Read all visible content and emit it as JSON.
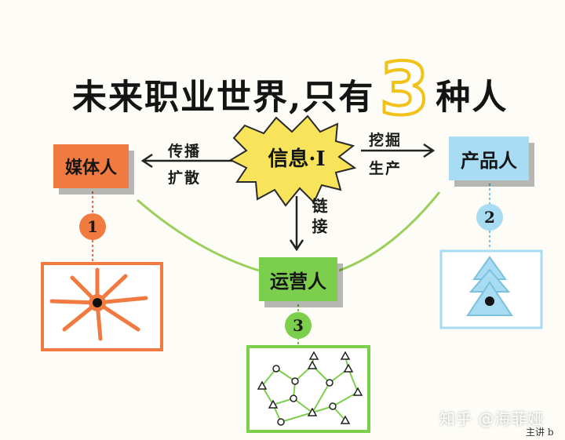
{
  "title": {
    "prefix": "未来职业世界,只有",
    "number": "3",
    "suffix": "种人"
  },
  "center": {
    "label": "信息·I"
  },
  "nodes": {
    "media": {
      "label": "媒体人",
      "number": "1"
    },
    "product": {
      "label": "产品人",
      "number": "2"
    },
    "ops": {
      "label": "运营人",
      "number": "3"
    }
  },
  "arrows": {
    "left": {
      "top": "传播",
      "bottom": "扩散"
    },
    "right": {
      "top": "挖掘",
      "bottom": "生产"
    },
    "down": {
      "label": "链接"
    }
  },
  "watermark": "知乎 @海菲娅",
  "signature": "主讲 b",
  "colors": {
    "media": "#f07a3f",
    "product": "#a8dcf2",
    "ops": "#7ccf4d",
    "burst": "#f8e45a",
    "accent": "#f3c21a"
  }
}
